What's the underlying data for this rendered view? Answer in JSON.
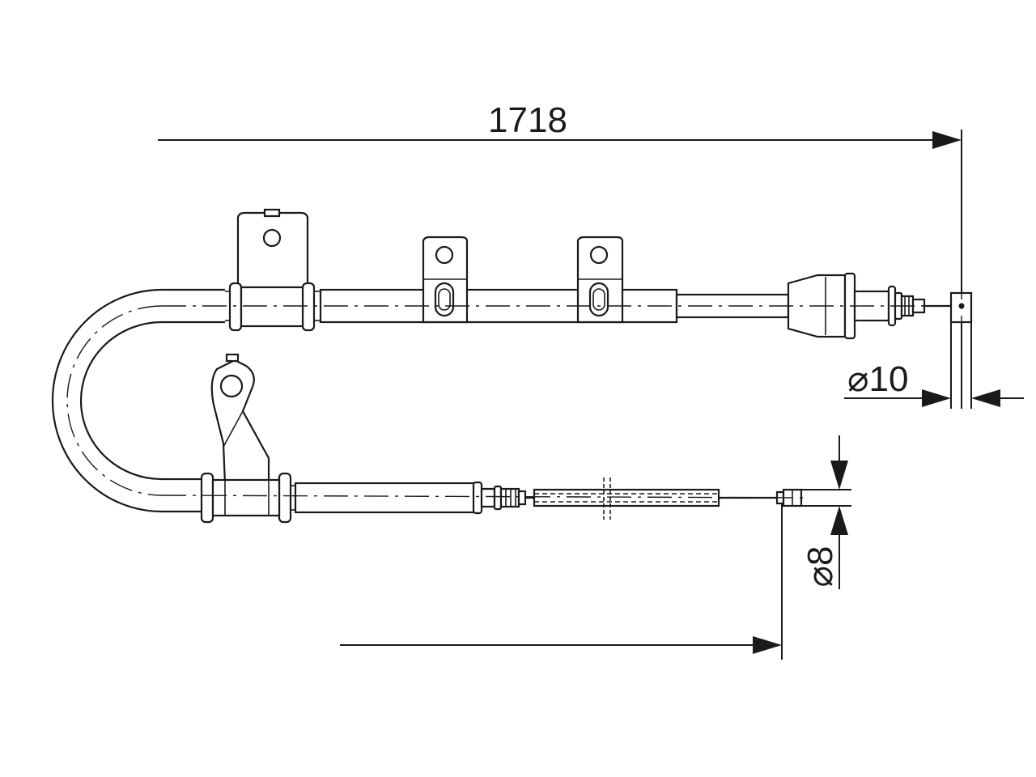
{
  "dimensions": {
    "overall_length": "1718",
    "end_diameter": "⌀10",
    "inner_diameter": "⌀8"
  }
}
